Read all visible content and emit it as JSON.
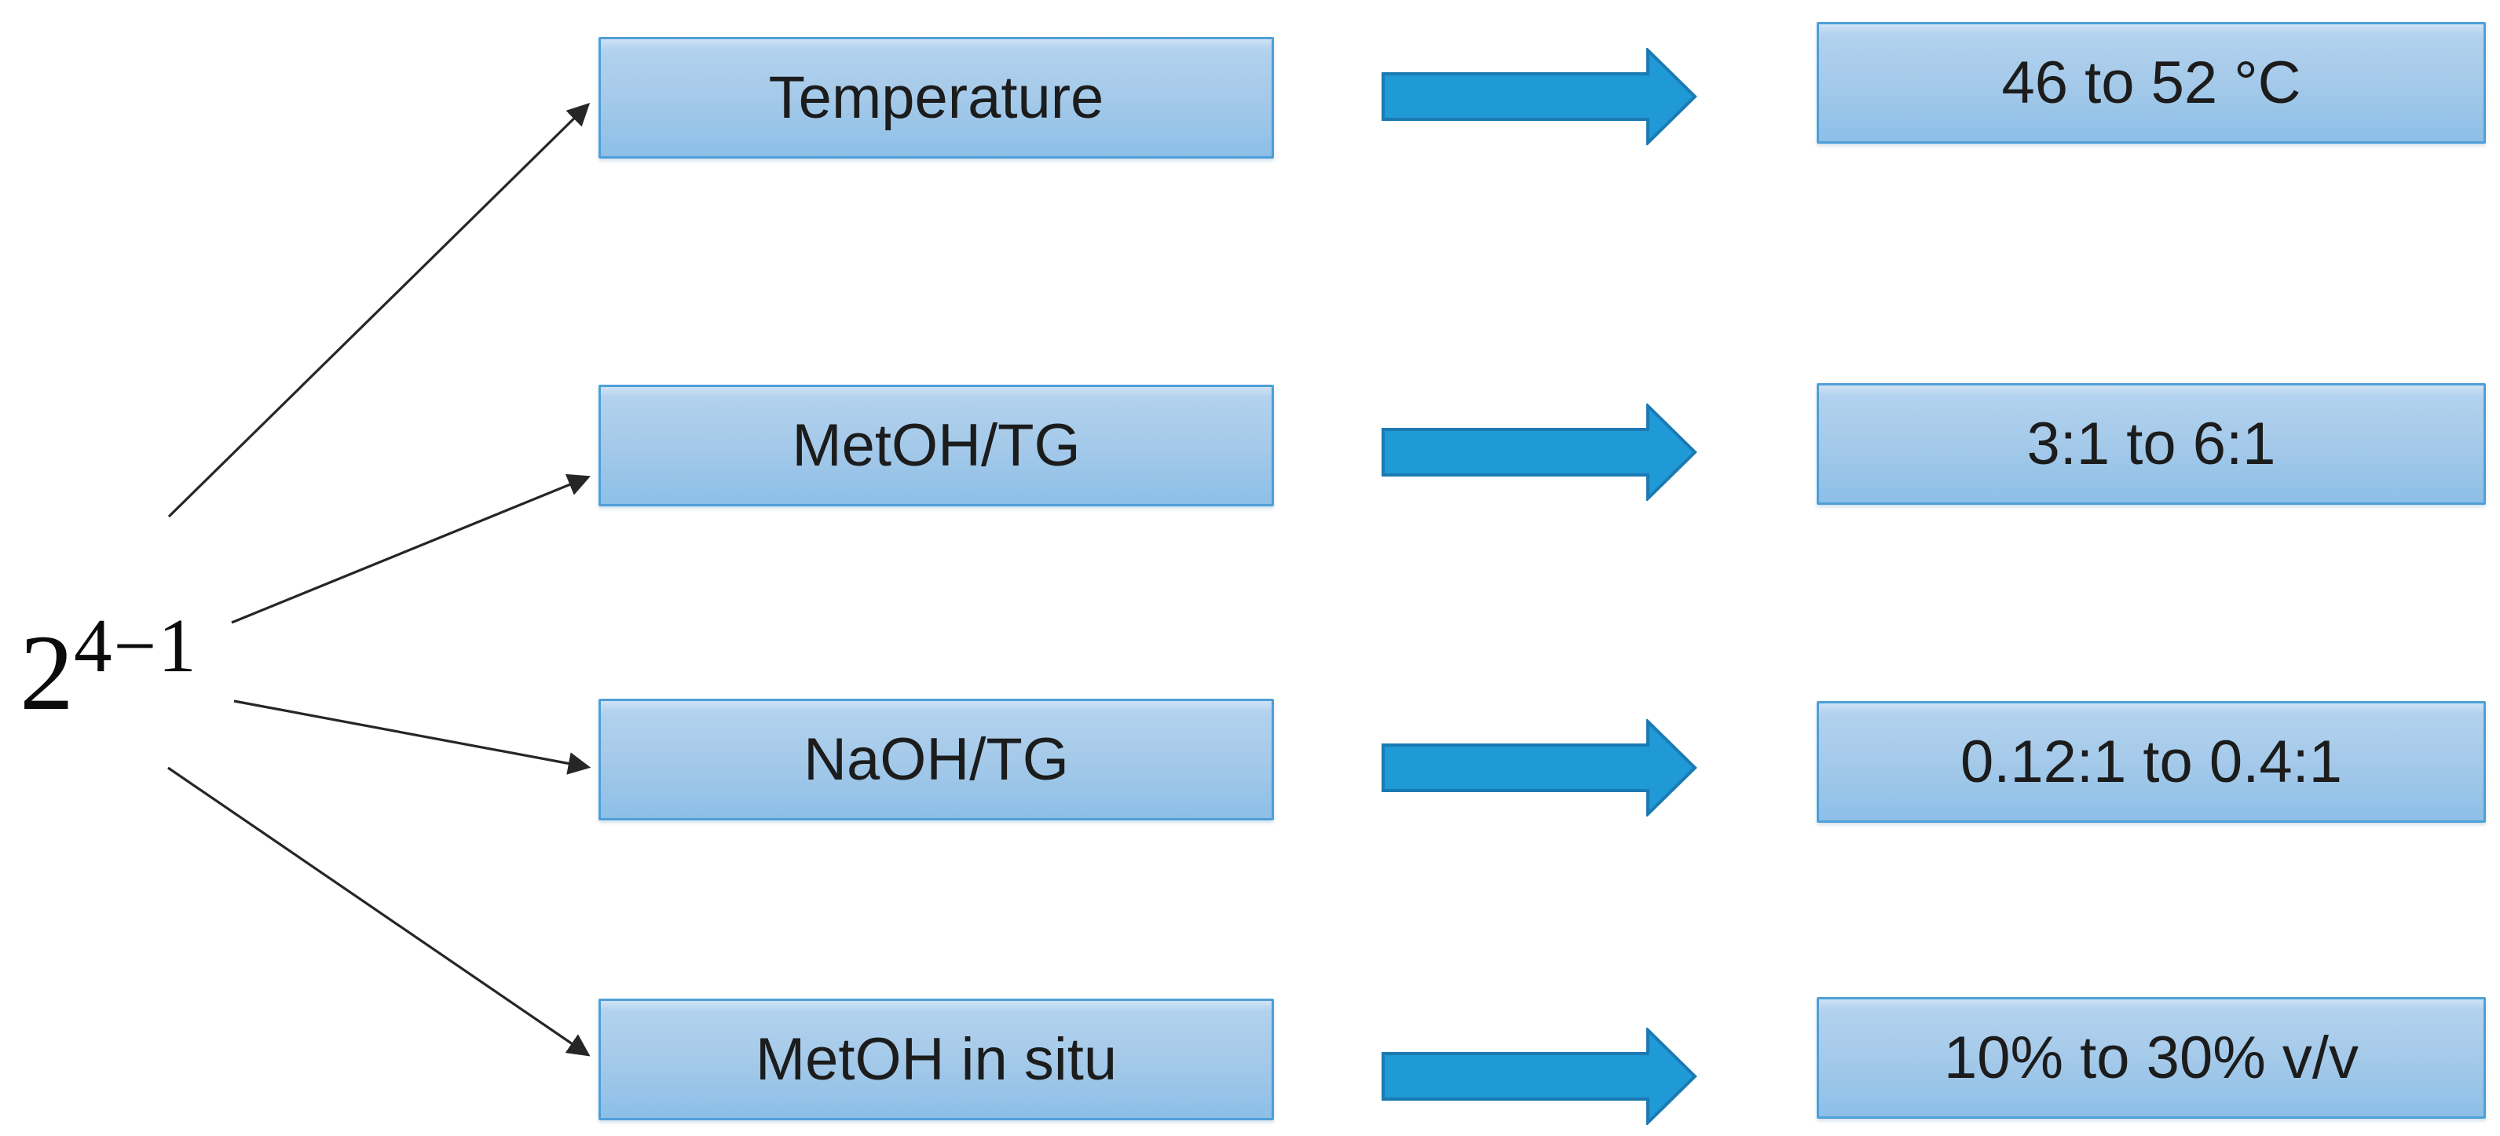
{
  "diagram": {
    "design_label": {
      "base": "2",
      "exponent": "4−1"
    },
    "rows": [
      {
        "factor": "Temperature",
        "range": "46 to 52 °C"
      },
      {
        "factor": "MetOH/TG",
        "range": "3:1 to 6:1"
      },
      {
        "factor": "NaOH/TG",
        "range": "0.12:1 to 0.4:1"
      },
      {
        "factor": "MetOH in situ",
        "range": "10% to 30% v/v"
      }
    ],
    "colors": {
      "background": "#ffffff",
      "box_border": "#4f9fd8",
      "box_fill_top": "#cfe2f5",
      "box_fill_bottom": "#8dbfe7",
      "block_arrow_fill": "#1f9ad6",
      "block_arrow_stroke": "#1b7ab2",
      "connector_color": "#262626",
      "text_color": "#1c1c1c"
    }
  }
}
